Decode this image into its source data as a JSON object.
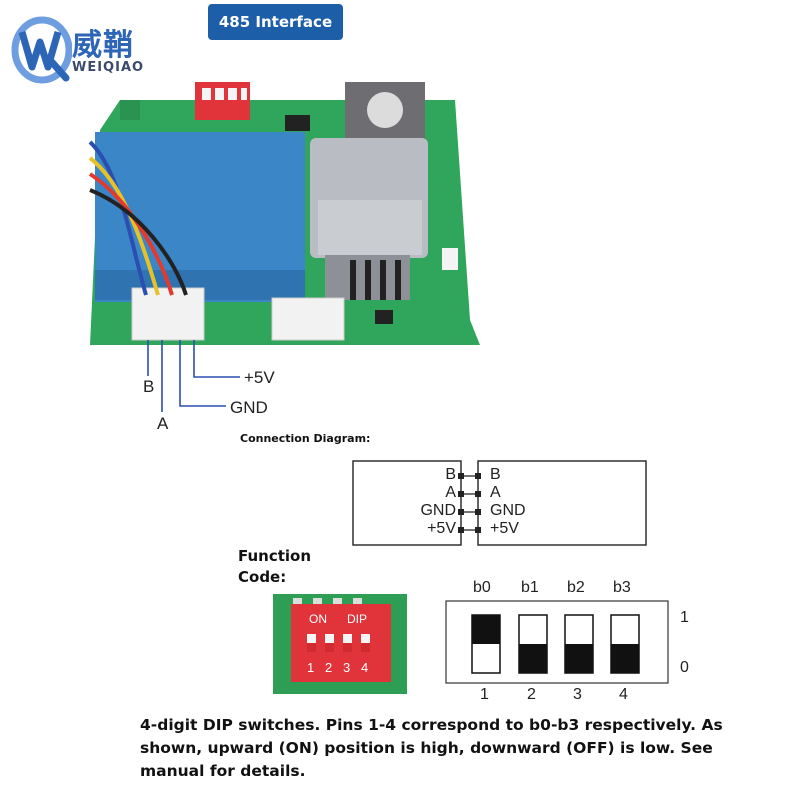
{
  "logo": {
    "title": "威鞘",
    "subtitle": "WEIQIAO",
    "colors": {
      "primary": "#2e66b7",
      "accent": "#6f9ee0"
    }
  },
  "header": {
    "label": "485 Interface",
    "color": "#1c5ea8"
  },
  "board_photo": {
    "pin_labels": {
      "b": "B",
      "a": "A",
      "v5": "+5V",
      "gnd": "GND"
    },
    "colors": {
      "pcb": "#2fa65b",
      "sensor": "#3a86c7",
      "shield": "#b9bcc2",
      "dip": "#e0343a"
    }
  },
  "connection": {
    "heading": "Connection Diagram:",
    "left_pins": [
      "B",
      "A",
      "GND",
      "+5V"
    ],
    "right_pins": [
      "B",
      "A",
      "GND",
      "+5V"
    ]
  },
  "function_code": {
    "heading": "Function Code:",
    "photo_labels": {
      "on": "ON",
      "dip": "DIP",
      "numbers": [
        "1",
        "2",
        "3",
        "4"
      ]
    },
    "bits": [
      {
        "name": "b0",
        "pin": "1",
        "state": 1
      },
      {
        "name": "b1",
        "pin": "2",
        "state": 0
      },
      {
        "name": "b2",
        "pin": "3",
        "state": 0
      },
      {
        "name": "b3",
        "pin": "4",
        "state": 0
      }
    ],
    "level_high": "1",
    "level_low": "0"
  },
  "description": "4-digit DIP switches. Pins 1-4 correspond to b0-b3 respectively. As shown, upward (ON) position is high, downward (OFF) is low. See manual for details."
}
